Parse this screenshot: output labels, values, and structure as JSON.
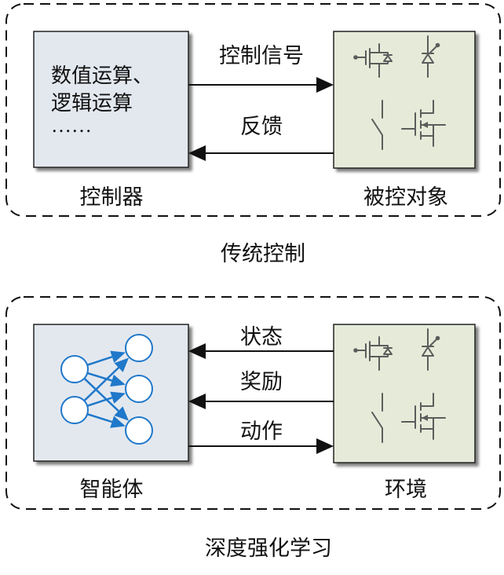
{
  "traditional_control": {
    "caption": "传统控制",
    "controller": {
      "label": "控制器",
      "content": [
        "数值运算、",
        "逻辑运算",
        "……"
      ]
    },
    "plant": {
      "label": "被控对象",
      "icons": [
        "igbt-icon",
        "thyristor-icon",
        "switch-icon",
        "mosfet-icon"
      ]
    },
    "signals": {
      "control_signal": "控制信号",
      "feedback": "反馈"
    }
  },
  "deep_reinforcement_learning": {
    "caption": "深度强化学习",
    "agent": {
      "label": "智能体",
      "icon": "neural-network-icon"
    },
    "environment": {
      "label": "环境",
      "icons": [
        "igbt-icon",
        "thyristor-icon",
        "switch-icon",
        "mosfet-icon"
      ]
    },
    "signals": {
      "state": "状态",
      "reward": "奖励",
      "action": "动作"
    }
  },
  "colors": {
    "controller_fill": "#e3e8ef",
    "plant_fill": "#e5ebd8",
    "network_blue": "#1f78c9",
    "symbol_gray": "#5c5c5c",
    "line_black": "#111111"
  }
}
